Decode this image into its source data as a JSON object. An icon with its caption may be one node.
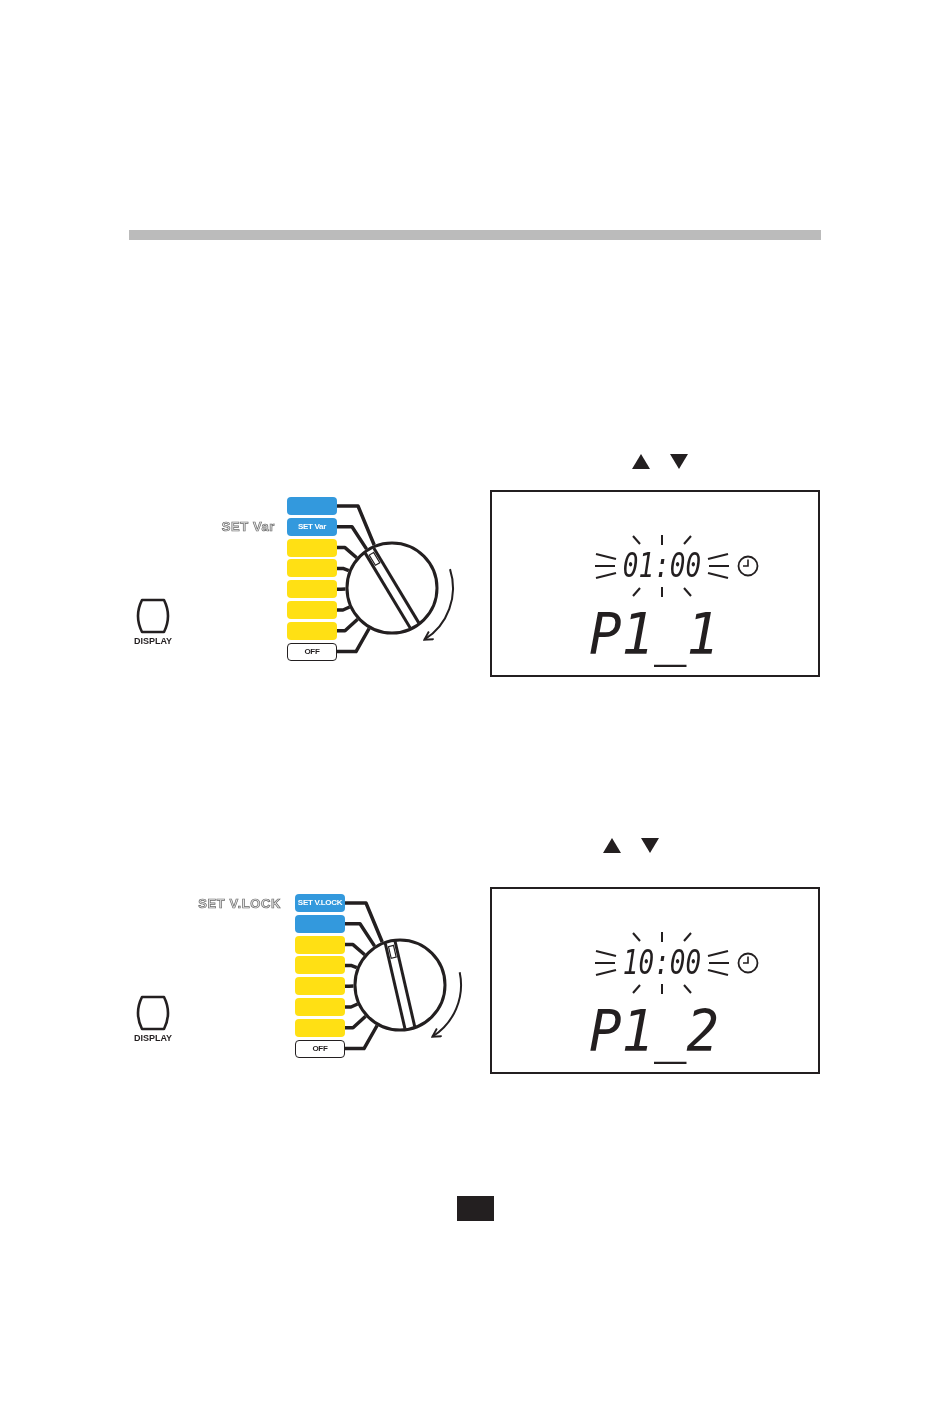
{
  "diagram": {
    "nodes": [
      {
        "text": [],
        "shape": "box"
      },
      {
        "text": [
          "SET Var"
        ],
        "beside": [
          "SET Var"
        ]
      },
      {
        "text": [],
        "shape": "box"
      },
      {
        "text": [],
        "shape": "box"
      },
      {
        "text": [],
        "shape": "box"
      },
      {
        "text": [],
        "shape": "box"
      },
      {
        "text": [],
        "shape": "box"
      },
      {
        "text": [
          "OFF"
        ]
      },
      {
        "text": [],
        "shape": "circle"
      },
      {
        "text": [
          "DISPLAY"
        ]
      },
      {
        "text": [
          "01:00",
          "P1_1"
        ]
      },
      {
        "text": [
          "SET V.LOCK"
        ],
        "beside": [
          "SET V.LOCK"
        ]
      },
      {
        "text": [],
        "shape": "box"
      },
      {
        "text": [],
        "shape": "box"
      },
      {
        "text": [],
        "shape": "box"
      },
      {
        "text": [],
        "shape": "box"
      },
      {
        "text": [],
        "shape": "box"
      },
      {
        "text": [],
        "shape": "box"
      },
      {
        "text": [
          "OFF"
        ]
      },
      {
        "text": [],
        "shape": "circle"
      },
      {
        "text": [
          "DISPLAY"
        ]
      },
      {
        "text": [
          "10:00",
          "P1_2"
        ]
      }
    ],
    "edges": [
      {
        "from": 0,
        "to": 8,
        "arrow": "none"
      },
      {
        "from": 1,
        "to": 8,
        "arrow": "none"
      },
      {
        "from": 2,
        "to": 8,
        "arrow": "none"
      },
      {
        "from": 3,
        "to": 8,
        "arrow": "none"
      },
      {
        "from": 4,
        "to": 8,
        "arrow": "none"
      },
      {
        "from": 5,
        "to": 8,
        "arrow": "none"
      },
      {
        "from": 6,
        "to": 8,
        "arrow": "none"
      },
      {
        "from": 7,
        "to": 8,
        "arrow": "none"
      },
      {
        "from": 11,
        "to": 19,
        "arrow": "none"
      },
      {
        "from": 12,
        "to": 19,
        "arrow": "none"
      },
      {
        "from": 13,
        "to": 19,
        "arrow": "none"
      },
      {
        "from": 14,
        "to": 19,
        "arrow": "none"
      },
      {
        "from": 15,
        "to": 19,
        "arrow": "none"
      },
      {
        "from": 16,
        "to": 19,
        "arrow": "none"
      },
      {
        "from": 17,
        "to": 19,
        "arrow": "none"
      },
      {
        "from": 18,
        "to": 19,
        "arrow": "none"
      }
    ]
  }
}
